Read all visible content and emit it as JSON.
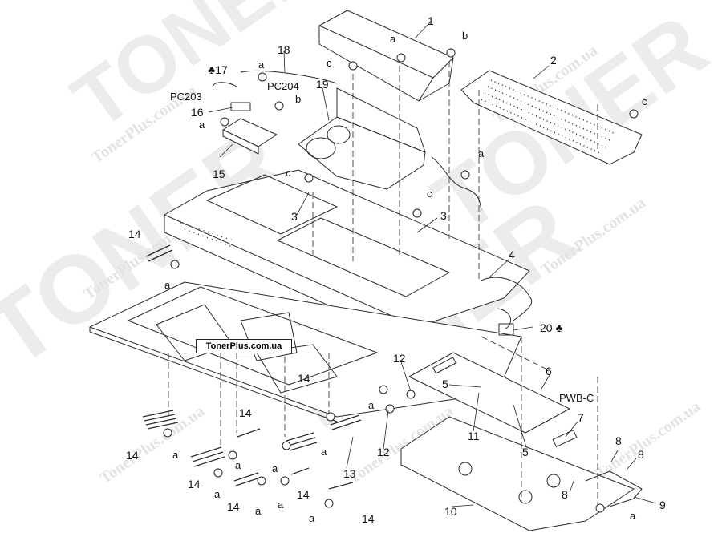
{
  "watermark": {
    "logo_text": "TONER",
    "url_text": "TonerPlus.com.ua",
    "color": "#e9eaea"
  },
  "badge": {
    "text": "TonerPlus.com.ua"
  },
  "callouts": {
    "c1": "1",
    "c2": "2",
    "c3a": "3",
    "c3b": "3",
    "c4": "4",
    "c5a": "5",
    "c5b": "5",
    "c6": "6",
    "c7": "7",
    "c8a": "8",
    "c8b": "8",
    "c8c": "8",
    "c9": "9",
    "c10": "10",
    "c11": "11",
    "c12a": "12",
    "c12b": "12",
    "c13": "13",
    "c14a": "14",
    "c14b": "14",
    "c14c": "14",
    "c14d": "14",
    "c14e": "14",
    "c14f": "14",
    "c14g": "14",
    "c14h": "14",
    "c15": "15",
    "c16": "16",
    "c17": "♣17",
    "c18": "18",
    "c19": "19",
    "c20": "20 ♣",
    "pc203": "PC203",
    "pc204": "PC204",
    "pwbc": "PWB-C",
    "a1": "a",
    "a2": "a",
    "a3": "a",
    "a4": "a",
    "a5": "a",
    "a6": "a",
    "a7": "a",
    "a8": "a",
    "a9": "a",
    "a10": "a",
    "a11": "a",
    "a12": "a",
    "a13": "a",
    "a14": "a",
    "a15": "a",
    "b1": "b",
    "b2": "b",
    "cc1": "c",
    "cc2": "c",
    "cc3": "c",
    "cc4": "c"
  },
  "colors": {
    "line": "#2a2a2a",
    "dash": "#3a3a3a"
  }
}
